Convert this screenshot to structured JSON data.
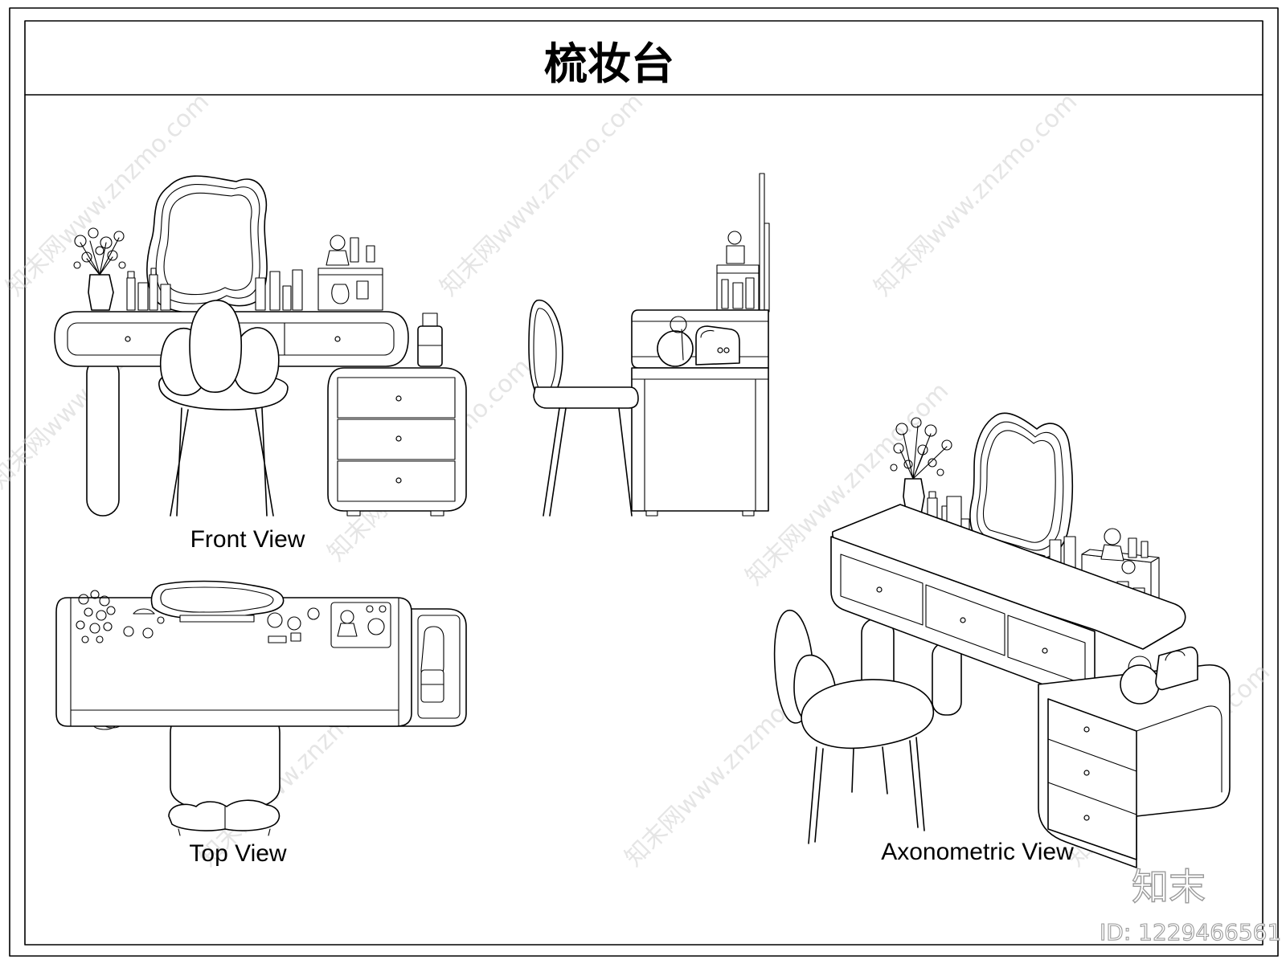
{
  "sheet": {
    "title": "梳妆台"
  },
  "views": {
    "front": {
      "label": "Front View"
    },
    "top": {
      "label": "Top View"
    },
    "axonometric": {
      "label": "Axonometric View"
    }
  },
  "watermark": {
    "text": "知末网www.znzmo.com",
    "brand": "知末",
    "id": "ID: 1229466561"
  },
  "colors": {
    "line": "#000000",
    "background": "#ffffff",
    "watermark": "#d0d0d0"
  }
}
